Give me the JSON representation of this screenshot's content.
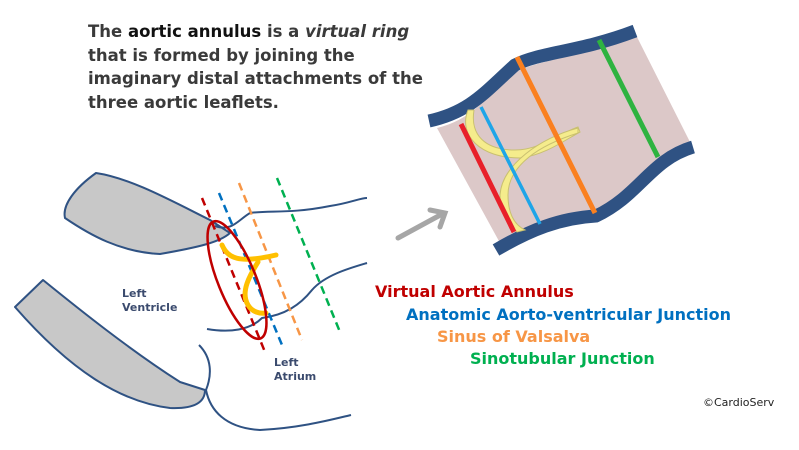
{
  "intro": {
    "part1": "The ",
    "part2": "aortic annulus",
    "part3": " is a ",
    "part4": "virtual ring",
    "part5": " that is formed by joining the imaginary distal attachments of the three aortic leaflets."
  },
  "labels": {
    "left_ventricle_1": "Left",
    "left_ventricle_2": "Ventricle",
    "left_atrium_1": "Left",
    "left_atrium_2": "Atrium"
  },
  "legend": [
    {
      "label": "Virtual Aortic Annulus",
      "color": "#c00000"
    },
    {
      "label": "Anatomic Aorto-ventricular Junction",
      "color": "#0070c0"
    },
    {
      "label": "Sinus of Valsalva",
      "color": "#f79646"
    },
    {
      "label": "Sinotubular Junction",
      "color": "#00b050"
    }
  ],
  "copyright": "©CardioServ",
  "colors": {
    "wall": "#2f5283",
    "lumen": "#dcc8c8",
    "leaflet": "#f5ec8c",
    "tissue": "#c8c8c8",
    "outline": "#2f5283",
    "arrow": "#a6a6a6"
  }
}
